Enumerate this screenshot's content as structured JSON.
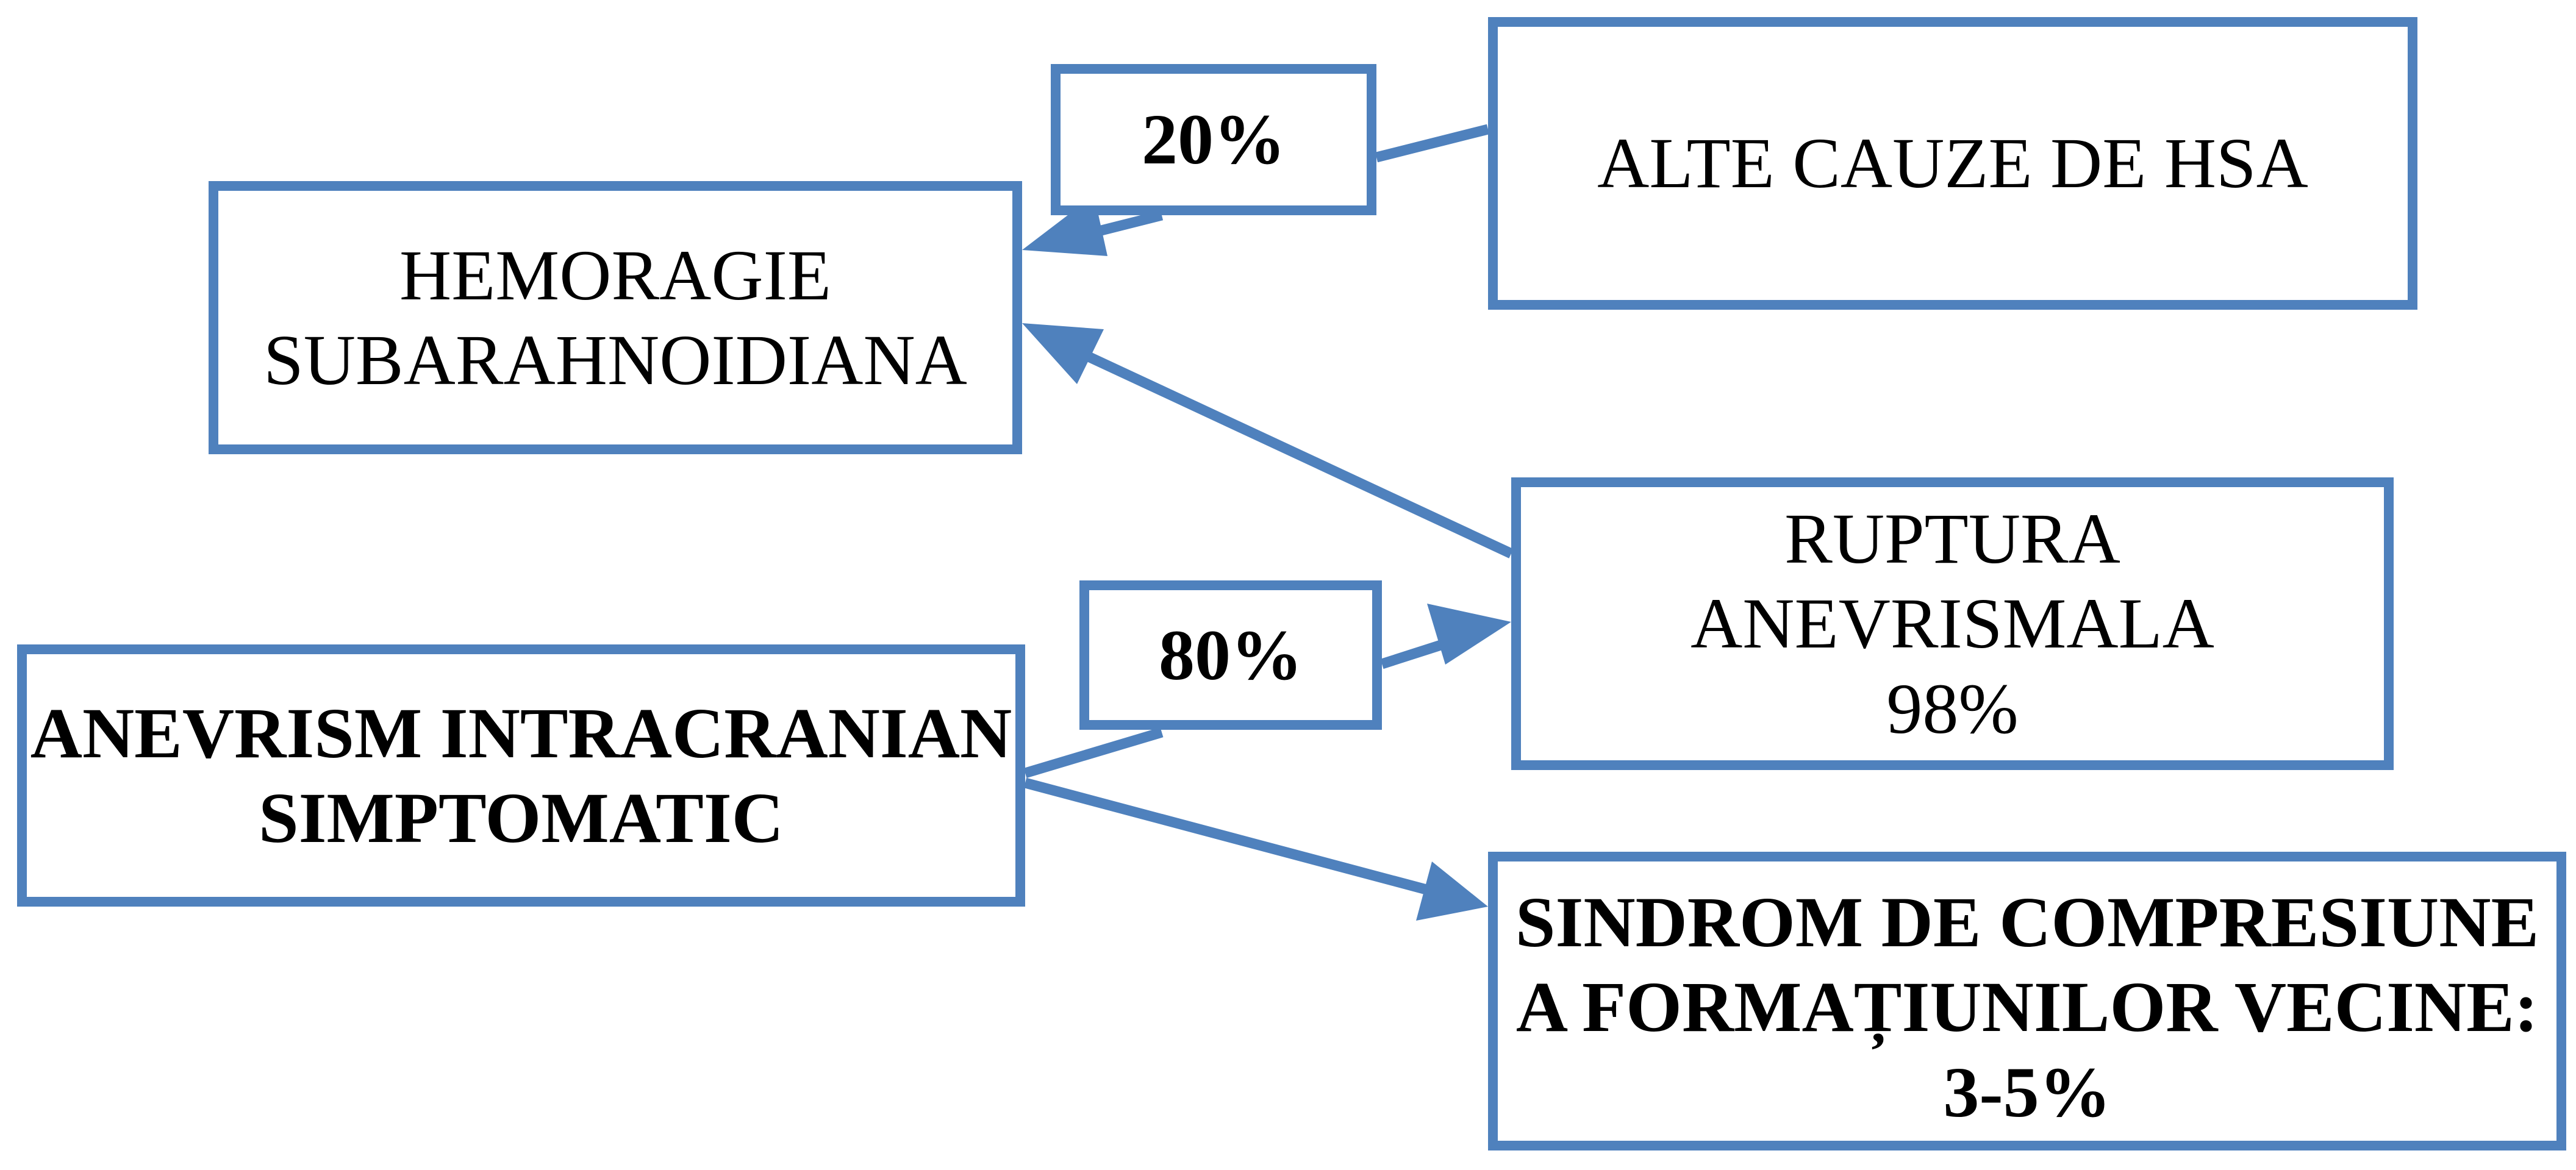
{
  "colors": {
    "accent": "#4f81bd",
    "text": "#000000",
    "background": "#ffffff"
  },
  "nodes": {
    "hemoragie": {
      "line1": "HEMORAGIE",
      "line2": "SUBARAHNOIDIANA"
    },
    "alte_cauze": {
      "label": "ALTE CAUZE DE HSA"
    },
    "pct_20": {
      "label": "20%"
    },
    "ruptura": {
      "line1": "RUPTURA",
      "line2": "ANEVRISMALA",
      "line3": "98%"
    },
    "pct_80": {
      "label": "80%"
    },
    "anevrism": {
      "line1": "ANEVRISM INTRACRANIAN",
      "line2": "SIMPTOMATIC"
    },
    "sindrom": {
      "line1": "SINDROM DE COMPRESIUNE",
      "line2": "A FORMAȚIUNILOR VECINE:",
      "line3": "3-5%"
    }
  }
}
